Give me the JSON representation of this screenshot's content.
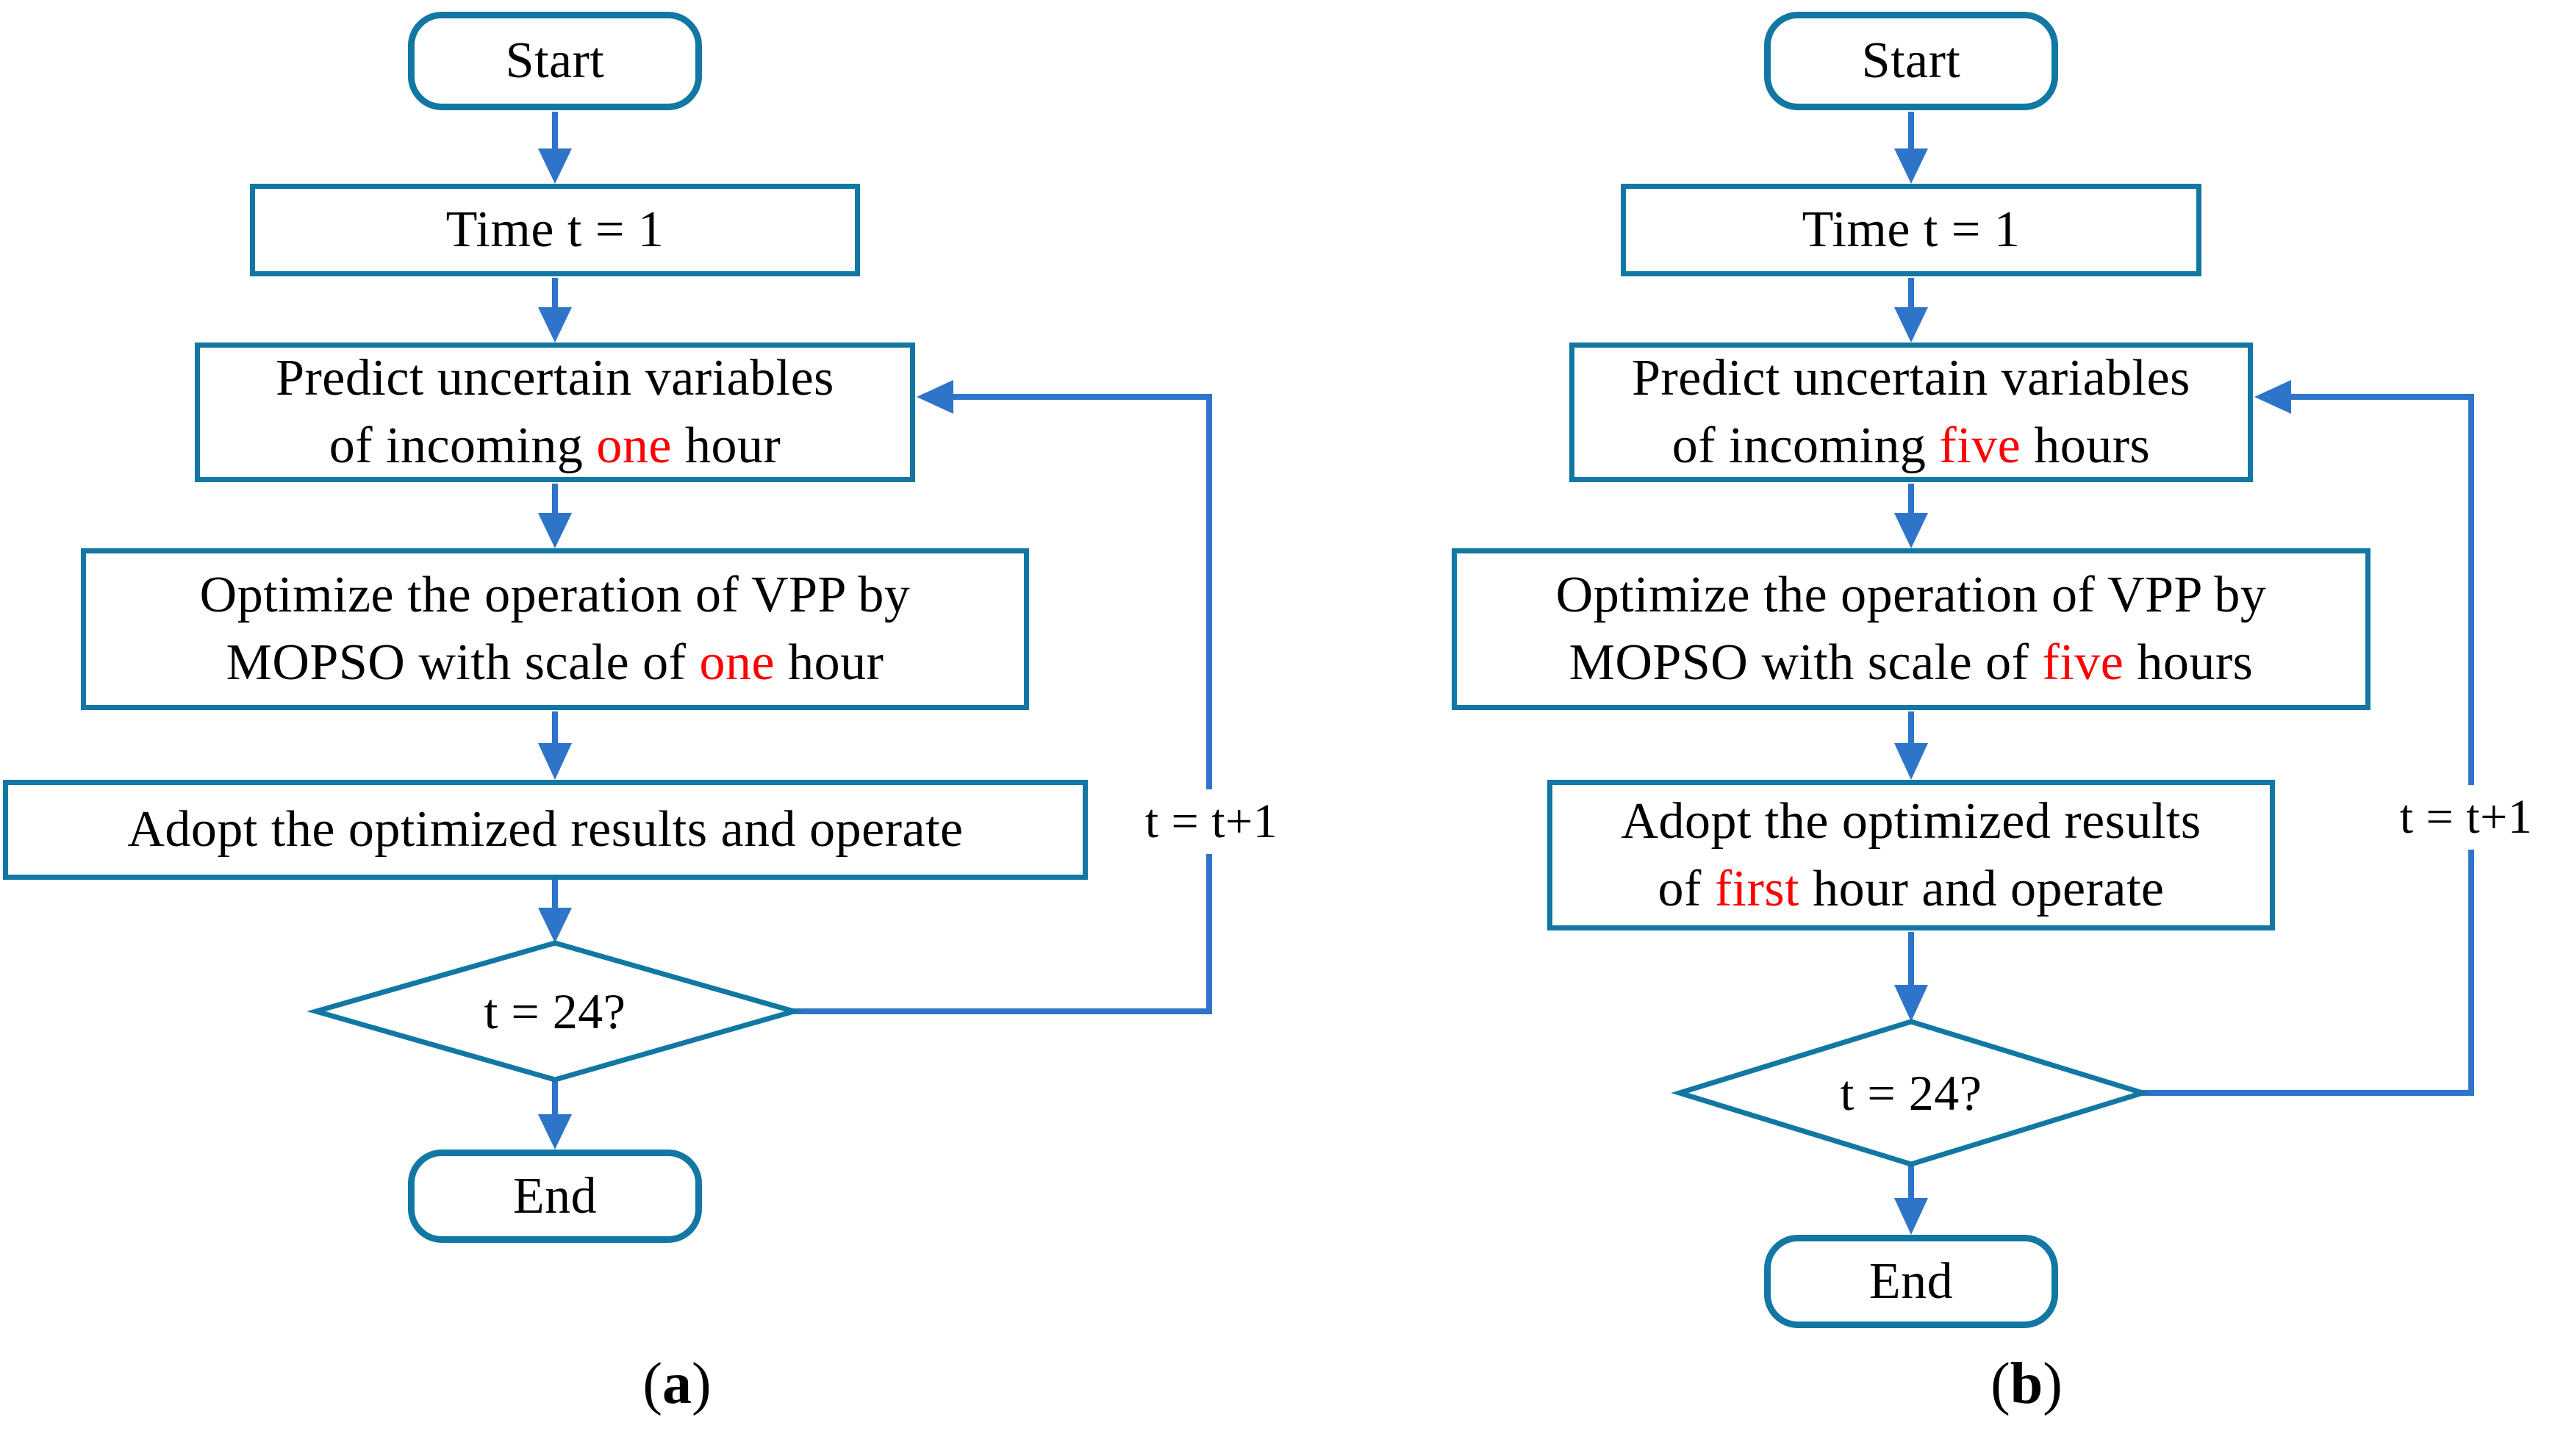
{
  "figure": {
    "colors": {
      "box_border": "#1277A3",
      "arrow_blue": "#2E74C8",
      "highlight_red": "#FE0000",
      "text": "#000000",
      "background": "#ffffff"
    },
    "charts": [
      {
        "id": "a",
        "caption": {
          "open": "(",
          "letter": "a",
          "close": ")"
        },
        "nodes": {
          "start": "Start",
          "time": "Time t = 1",
          "predict": {
            "line1": "Predict uncertain variables",
            "line2_pre": "of incoming ",
            "line2_highlight": "one",
            "line2_post": " hour"
          },
          "optimize": {
            "line1": "Optimize the operation of VPP by",
            "line2_pre": "MOPSO with scale of ",
            "line2_highlight": "one",
            "line2_post": " hour"
          },
          "adopt": {
            "line1": "Adopt the optimized results and operate"
          },
          "decision": "t = 24?",
          "end": "End",
          "loop_label": "t = t+1"
        }
      },
      {
        "id": "b",
        "caption": {
          "open": "(",
          "letter": "b",
          "close": ")"
        },
        "nodes": {
          "start": "Start",
          "time": "Time t = 1",
          "predict": {
            "line1": "Predict uncertain variables",
            "line2_pre": "of incoming ",
            "line2_highlight": "five",
            "line2_post": " hours"
          },
          "optimize": {
            "line1": "Optimize the operation of VPP by",
            "line2_pre": "MOPSO with scale of ",
            "line2_highlight": "five",
            "line2_post": " hours"
          },
          "adopt": {
            "line1": "Adopt the optimized results",
            "line2_pre": "of ",
            "line2_highlight": "first",
            "line2_post": " hour and operate"
          },
          "decision": "t = 24?",
          "end": "End",
          "loop_label": "t = t+1"
        }
      }
    ]
  }
}
